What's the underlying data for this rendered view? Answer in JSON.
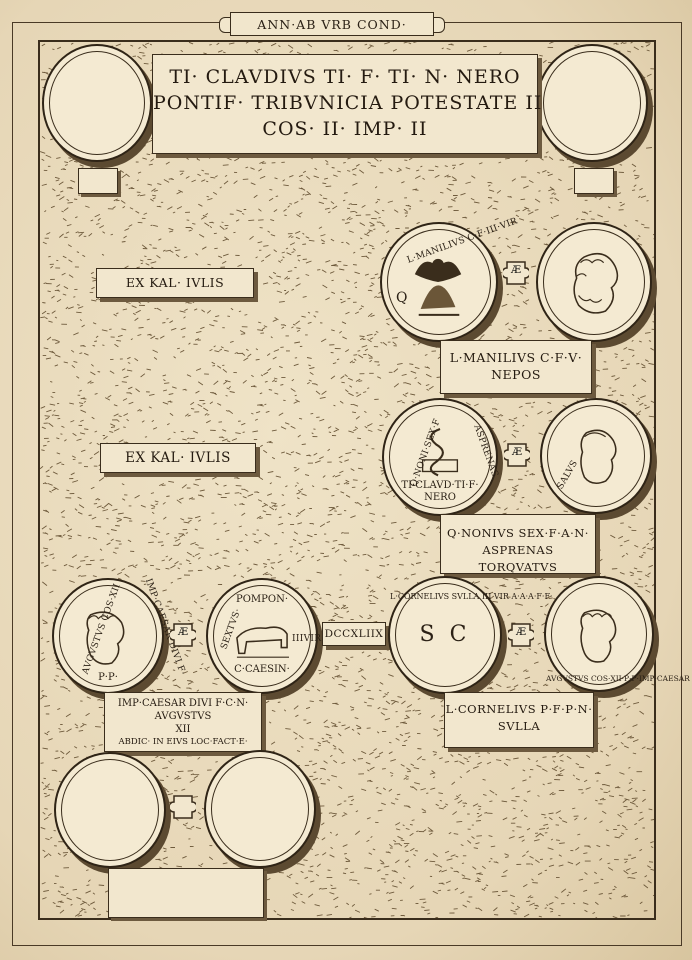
{
  "header": {
    "banner": "ANN·AB VRB COND·"
  },
  "title_tablet": {
    "line1": "TI· CLAVDIVS TI· F· TI· N· NERO",
    "line2": "PONTIF· TRIBVNICIA POTESTATE II",
    "line3": "COS· II· IMP· II"
  },
  "left_labels": {
    "ex_kal_1": "EX KAL· IVLIS",
    "ex_kal_2": "EX KAL· IVLIS"
  },
  "row1": {
    "coin_left_legend": "L·MANILIVS C·F·III·VIR",
    "coin_left_field": "Q",
    "metal_mark": "Æ",
    "caption_line1": "L·MANILIVS C·F·V·",
    "caption_line2": "NEPOS"
  },
  "row2": {
    "coin_left_legend_left": "Q·NONI·SEX·F",
    "coin_left_legend_right": "ASPRENAS",
    "coin_left_exergue1": "TI·CLAVD·TI·F·",
    "coin_left_exergue2": "NERO",
    "metal_mark": "Æ",
    "coin_right_legend": "SALVS",
    "caption_line1": "Q·NONIVS SEX·F·A·N·",
    "caption_line2": "ASPRENAS TORQVATVS"
  },
  "row3": {
    "coin_a_legend_left": "AVGVSTVS COS·XII",
    "coin_a_legend_right": "IMP·CAESAR DIVI F·",
    "coin_a_bottom": "P·P·",
    "metal_mark_1": "Æ",
    "coin_b_top": "POMPON·",
    "coin_b_left": "SEXTVS·",
    "coin_b_right": "IIIVIR",
    "coin_b_exergue": "C·CAESIN·",
    "year": "DCCXLIIX",
    "coin_c_field": "S C",
    "coin_c_legend": "L·CORNELIVS SVLLA III VIR A·A·A·F·F·",
    "metal_mark_2": "Æ",
    "coin_d_legend": "AVGVSTVS COS·XII·P·P·IMP·CAESAR",
    "caption_left_1": "IMP·CAESAR DIVI F·C·N·",
    "caption_left_2": "AVGVSTVS",
    "caption_left_3": "XII",
    "caption_left_4": "ABDIC· IN EIVS LOC·FACT·E·",
    "caption_right_1": "L·CORNELIVS P·F·P·N·",
    "caption_right_2": "SVLLA"
  },
  "colors": {
    "paper": "#e9dcc0",
    "ink": "#2f2416",
    "tablet": "#f2e7ce"
  }
}
